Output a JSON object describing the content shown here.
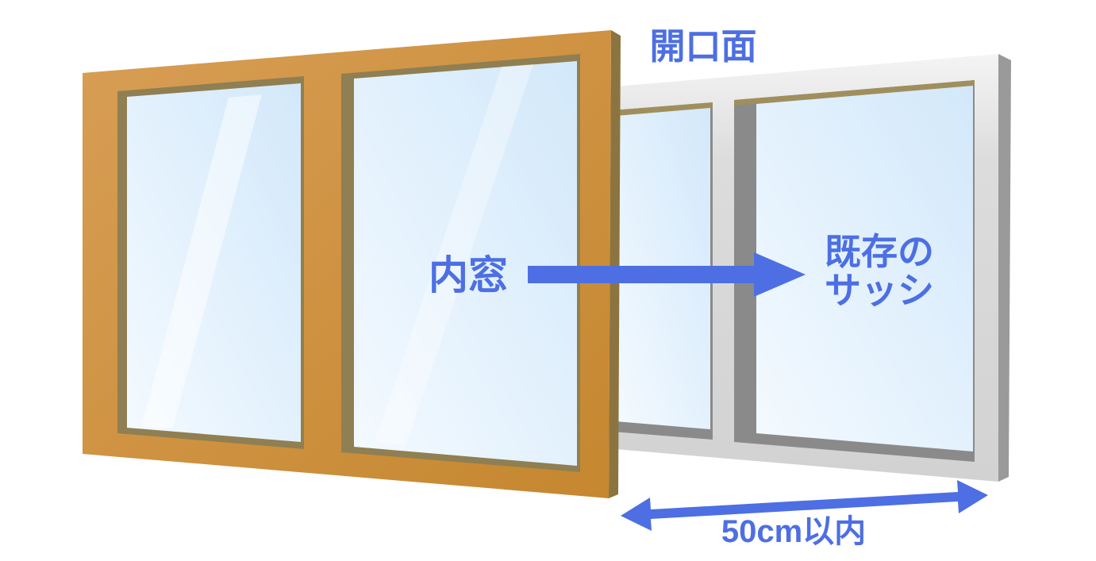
{
  "illustration": {
    "title_hint": "window-installation-diagram",
    "labels": {
      "opening_face": "開口面",
      "inner_window": "内窓",
      "existing_sash_line1": "既存の",
      "existing_sash_line2": "サッシ",
      "distance": "50cm以内"
    },
    "colors": {
      "accent_blue": "#4D6FE3",
      "wood_frame_light": "#D89E55",
      "wood_frame_deep": "#C5872F",
      "wood_side": "#8C7440",
      "wood_bevel": "#8F7F52",
      "sash_frame_light": "#F4F4F4",
      "sash_frame": "#D2D2D2",
      "sash_side": "#9A9A9A",
      "sash_bevel": "#8A8A8A",
      "sash_tan_strip": "#A08F5C",
      "glass_light": "#F4FAFF",
      "glass_blue": "#D2E8FA",
      "background": "#FFFFFF"
    }
  }
}
